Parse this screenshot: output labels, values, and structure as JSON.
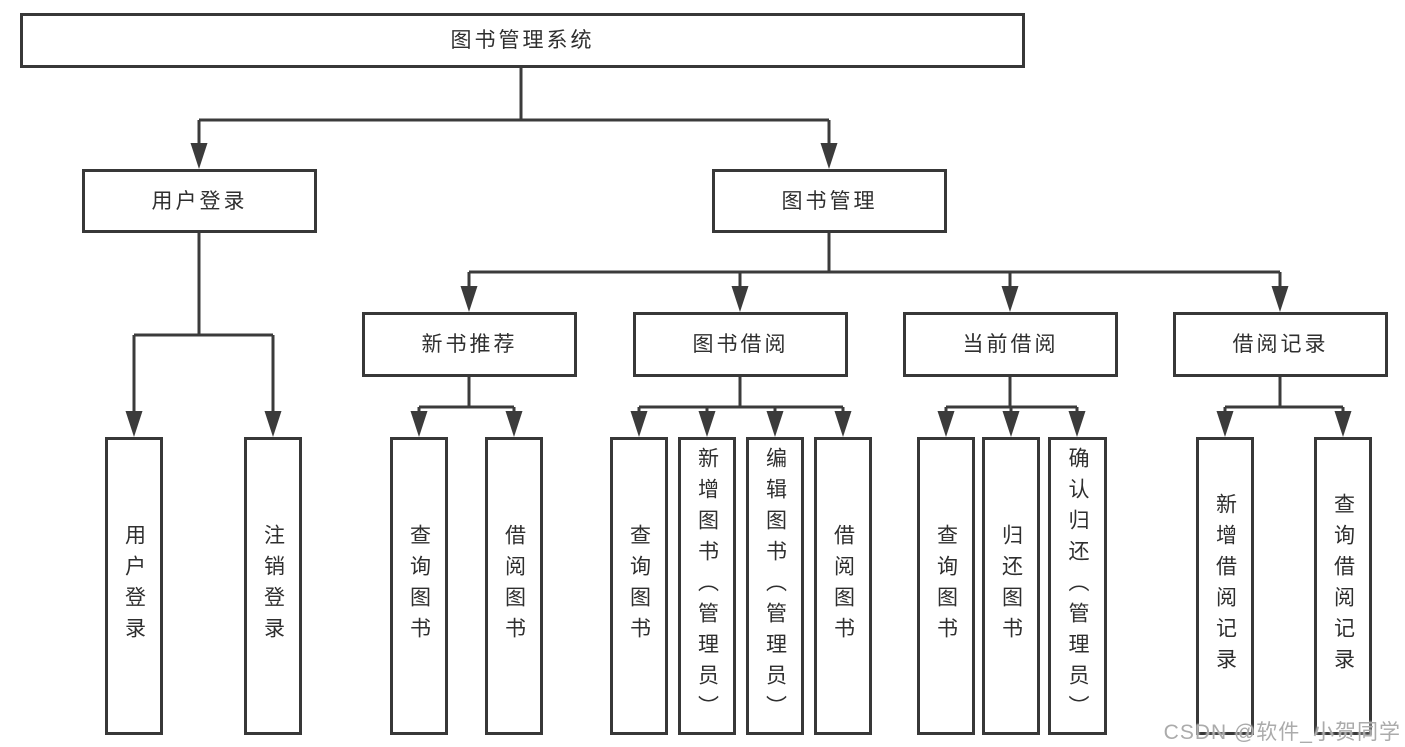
{
  "title": "图书管理系统",
  "tree": {
    "root": {
      "label": "图书管理系统"
    },
    "branches": [
      {
        "label": "用户登录",
        "children": [
          {
            "label": "用户登录"
          },
          {
            "label": "注销登录"
          }
        ]
      },
      {
        "label": "图书管理",
        "groups": [
          {
            "label": "新书推荐",
            "children": [
              {
                "label": "查询图书"
              },
              {
                "label": "借阅图书"
              }
            ]
          },
          {
            "label": "图书借阅",
            "children": [
              {
                "label": "查询图书"
              },
              {
                "label": "新增图书（管理员）"
              },
              {
                "label": "编辑图书（管理员）"
              },
              {
                "label": "借阅图书"
              }
            ]
          },
          {
            "label": "当前借阅",
            "children": [
              {
                "label": "查询图书"
              },
              {
                "label": "归还图书"
              },
              {
                "label": "确认归还（管理员）"
              }
            ]
          },
          {
            "label": "借阅记录",
            "children": [
              {
                "label": "新增借阅记录"
              },
              {
                "label": "查询借阅记录"
              }
            ]
          }
        ]
      }
    ]
  },
  "watermark": {
    "text": "CSDN @软件_小贺同学"
  },
  "colors": {
    "line": "#3b3b3b",
    "box_border": "#383838",
    "box_fill": "#ffffff",
    "text": "#2f2f2f",
    "watermark": "#ababab",
    "background": "#ffffff"
  }
}
